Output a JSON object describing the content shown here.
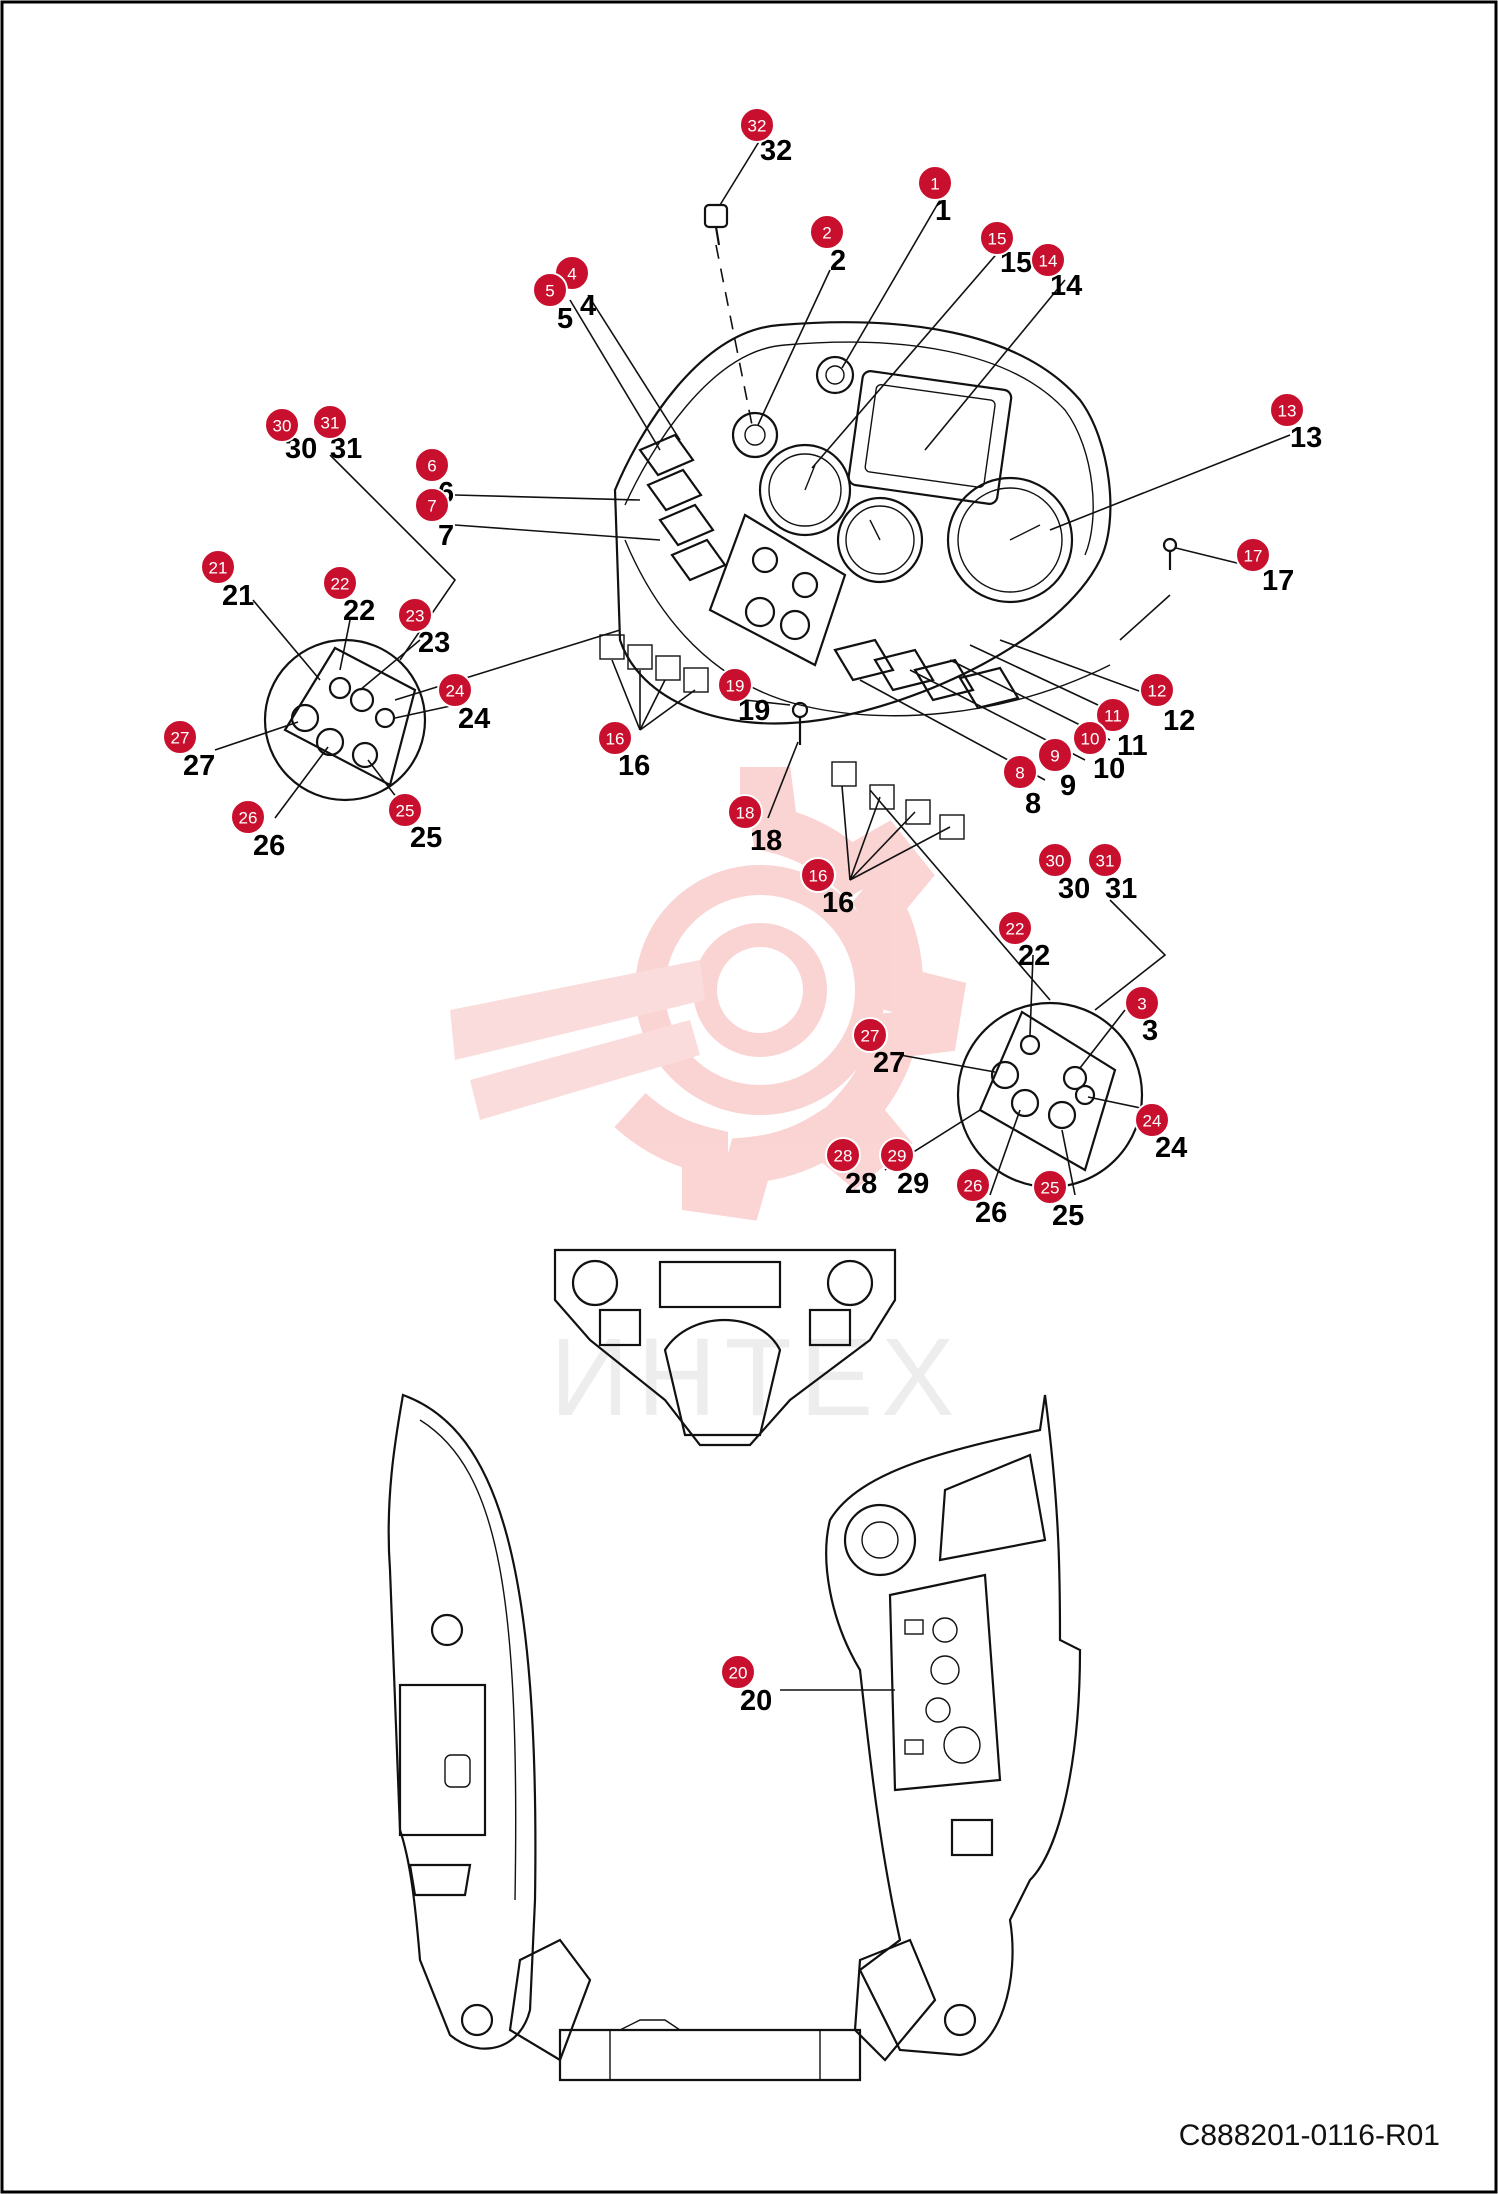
{
  "drawing_number": "C888201-0116-R01",
  "watermark_text": "ИНТЕХ",
  "colors": {
    "badge": "#c8102e",
    "frame": "#000000",
    "watermark": "#f4a0a0"
  },
  "callouts": [
    {
      "badge": "32",
      "label": "32"
    },
    {
      "badge": "1",
      "label": "1"
    },
    {
      "badge": "2",
      "label": "2"
    },
    {
      "badge": "15",
      "label": "15"
    },
    {
      "badge": "14",
      "label": "14"
    },
    {
      "badge": "4",
      "label": "4"
    },
    {
      "badge": "5",
      "label": "5"
    },
    {
      "badge": "13",
      "label": "13"
    },
    {
      "badge": "30",
      "label": "30"
    },
    {
      "badge": "31",
      "label": "31"
    },
    {
      "badge": "6",
      "label": "6"
    },
    {
      "badge": "7",
      "label": "7"
    },
    {
      "badge": "17",
      "label": "17"
    },
    {
      "badge": "21",
      "label": "21"
    },
    {
      "badge": "22",
      "label": "22"
    },
    {
      "badge": "23",
      "label": "23"
    },
    {
      "badge": "24",
      "label": "24"
    },
    {
      "badge": "19",
      "label": "19"
    },
    {
      "badge": "12",
      "label": "12"
    },
    {
      "badge": "11",
      "label": "11"
    },
    {
      "badge": "10",
      "label": "10"
    },
    {
      "badge": "9",
      "label": "9"
    },
    {
      "badge": "8",
      "label": "8"
    },
    {
      "badge": "27",
      "label": "27"
    },
    {
      "badge": "16",
      "label": "16"
    },
    {
      "badge": "18",
      "label": "18"
    },
    {
      "badge": "26",
      "label": "26"
    },
    {
      "badge": "25",
      "label": "25"
    },
    {
      "badge": "16",
      "label": "16"
    },
    {
      "badge": "30",
      "label": "30"
    },
    {
      "badge": "31",
      "label": "31"
    },
    {
      "badge": "22",
      "label": "22"
    },
    {
      "badge": "3",
      "label": "3"
    },
    {
      "badge": "27",
      "label": "27"
    },
    {
      "badge": "24",
      "label": "24"
    },
    {
      "badge": "28",
      "label": "28"
    },
    {
      "badge": "29",
      "label": "29"
    },
    {
      "badge": "26",
      "label": "26"
    },
    {
      "badge": "25",
      "label": "25"
    },
    {
      "badge": "20",
      "label": "20"
    }
  ]
}
